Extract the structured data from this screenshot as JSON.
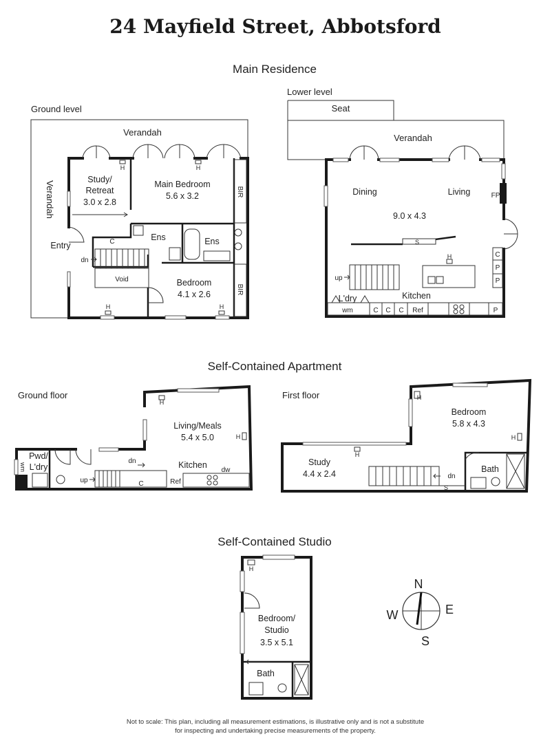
{
  "title": "24 Mayfield Street, Abbotsford",
  "sections": {
    "main": "Main Residence",
    "apartment": "Self-Contained Apartment",
    "studio": "Self-Contained Studio"
  },
  "main_ground": {
    "level": "Ground level",
    "verandah_top": "Verandah",
    "verandah_side": "Verandah",
    "study_1": "Study/",
    "study_2": "Retreat",
    "study_dim": "3.0 x 2.8",
    "main_bed": "Main Bedroom",
    "main_bed_dim": "5.6 x 3.2",
    "bir1": "BIR",
    "bir2": "BIR",
    "ens1": "Ens",
    "ens2": "Ens",
    "c": "C",
    "entry": "Entry",
    "dn": "dn",
    "void": "Void",
    "bed": "Bedroom",
    "bed_dim": "4.1 x 2.6",
    "h": "H"
  },
  "main_lower": {
    "level": "Lower level",
    "seat": "Seat",
    "verandah": "Verandah",
    "dining": "Dining",
    "living": "Living",
    "fp": "FP",
    "dim": "9.0 x 4.3",
    "s": "S",
    "up": "up",
    "ldry": "L'dry",
    "kitchen": "Kitchen",
    "wm": "wm",
    "c": "C",
    "ref": "Ref",
    "p": "P",
    "h": "H"
  },
  "apt_ground": {
    "level": "Ground floor",
    "pwd1": "Pwd/",
    "pwd2": "L'dry",
    "wm": "wm",
    "up": "up",
    "dn": "dn",
    "c": "C",
    "ref": "Ref",
    "kitchen": "Kitchen",
    "dw": "dw",
    "living": "Living/Meals",
    "living_dim": "5.4 x 5.0",
    "h": "H"
  },
  "apt_first": {
    "level": "First floor",
    "study": "Study",
    "study_dim": "4.4 x 2.4",
    "bed": "Bedroom",
    "bed_dim": "5.8 x 4.3",
    "bath": "Bath",
    "dn": "dn",
    "s": "S",
    "h": "H"
  },
  "studio": {
    "bed1": "Bedroom/",
    "bed2": "Studio",
    "dim": "3.5 x 5.1",
    "bath": "Bath",
    "h": "H"
  },
  "compass": {
    "n": "N",
    "e": "E",
    "s": "S",
    "w": "W"
  },
  "disclaimer": {
    "line1": "Not to scale: This plan, including all measurement estimations, is illustrative only and is not a substitute",
    "line2": "for inspecting and undertaking precise measurements of the property."
  }
}
